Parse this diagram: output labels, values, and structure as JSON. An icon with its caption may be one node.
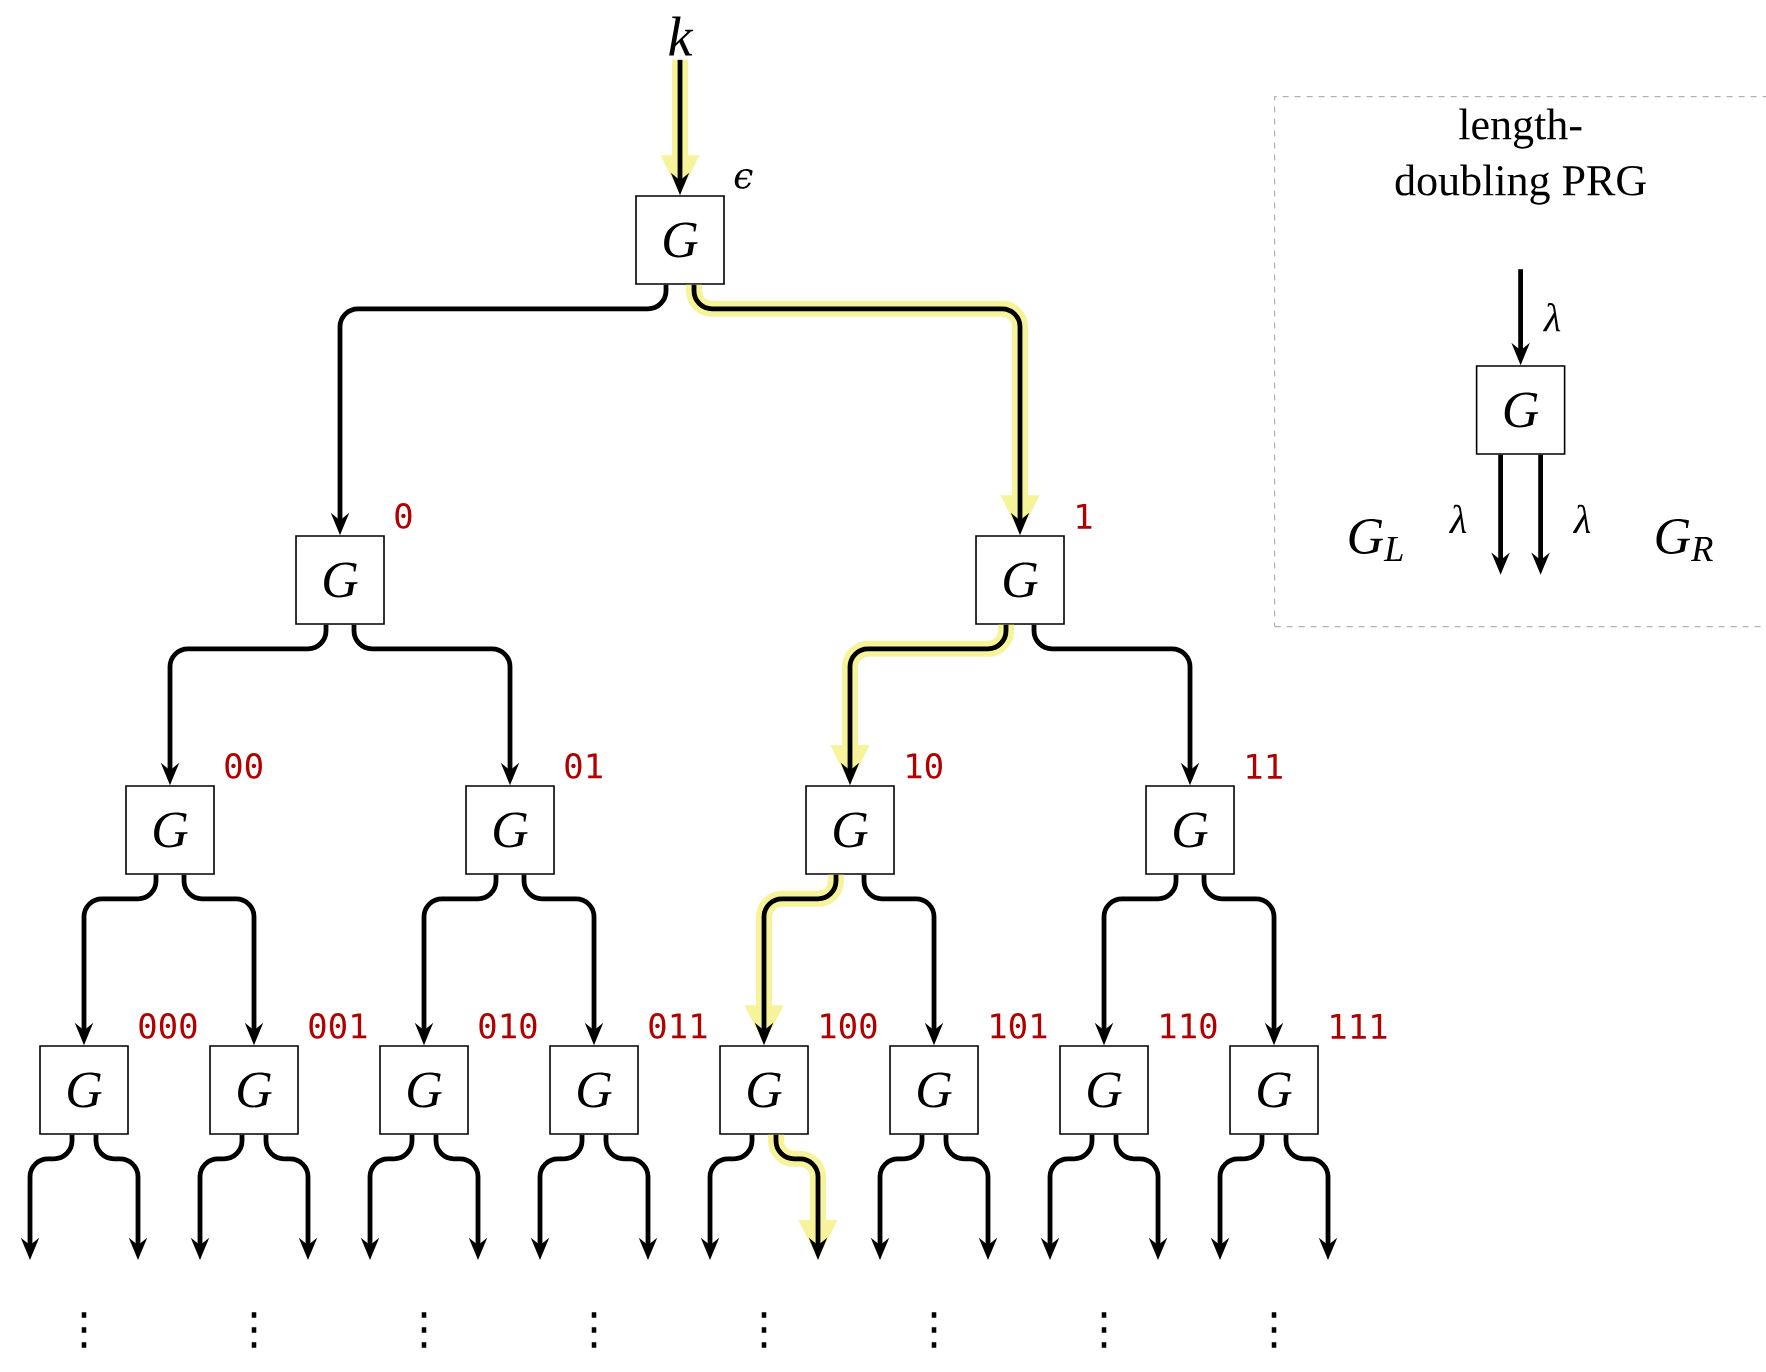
{
  "diagram": {
    "nodes": [
      {
        "text": [
          "k"
        ]
      },
      {
        "text": [
          "G"
        ],
        "beside": [
          "ϵ"
        ]
      },
      {
        "text": [
          "G"
        ],
        "beside": [
          "0"
        ]
      },
      {
        "text": [
          "G"
        ],
        "beside": [
          "1"
        ]
      },
      {
        "text": [
          "G"
        ],
        "beside": [
          "00"
        ]
      },
      {
        "text": [
          "G"
        ],
        "beside": [
          "01"
        ]
      },
      {
        "text": [
          "G"
        ],
        "beside": [
          "10"
        ]
      },
      {
        "text": [
          "G"
        ],
        "beside": [
          "11"
        ]
      },
      {
        "text": [
          "G"
        ],
        "beside": [
          "000"
        ]
      },
      {
        "text": [
          "G"
        ],
        "beside": [
          "001"
        ]
      },
      {
        "text": [
          "G"
        ],
        "beside": [
          "010"
        ]
      },
      {
        "text": [
          "G"
        ],
        "beside": [
          "011"
        ]
      },
      {
        "text": [
          "G"
        ],
        "beside": [
          "100"
        ]
      },
      {
        "text": [
          "G"
        ],
        "beside": [
          "101"
        ]
      },
      {
        "text": [
          "G"
        ],
        "beside": [
          "110"
        ]
      },
      {
        "text": [
          "G"
        ],
        "beside": [
          "111"
        ]
      },
      {
        "text": [
          "length-doubling PRG"
        ]
      },
      {
        "text": [
          "G"
        ],
        "in": 16
      }
    ],
    "edges": [
      {
        "from": 0,
        "to": 1,
        "arrow": "to"
      },
      {
        "from": 1,
        "to": 2,
        "arrow": "to"
      },
      {
        "from": 1,
        "to": 3,
        "arrow": "to"
      },
      {
        "from": 2,
        "to": 4,
        "arrow": "to"
      },
      {
        "from": 2,
        "to": 5,
        "arrow": "to"
      },
      {
        "from": 3,
        "to": 6,
        "arrow": "to"
      },
      {
        "from": 3,
        "to": 7,
        "arrow": "to"
      },
      {
        "from": 4,
        "to": 8,
        "arrow": "to"
      },
      {
        "from": 4,
        "to": 9,
        "arrow": "to"
      },
      {
        "from": 5,
        "to": 10,
        "arrow": "to"
      },
      {
        "from": 5,
        "to": 11,
        "arrow": "to"
      },
      {
        "from": 6,
        "to": 12,
        "arrow": "to"
      },
      {
        "from": 6,
        "to": 13,
        "arrow": "to"
      },
      {
        "from": 7,
        "to": 14,
        "arrow": "to"
      },
      {
        "from": 7,
        "to": 15,
        "arrow": "to"
      },
      {
        "from": 8,
        "to": null,
        "arrow": "to"
      },
      {
        "from": 8,
        "to": null,
        "arrow": "to"
      },
      {
        "from": 9,
        "to": null,
        "arrow": "to"
      },
      {
        "from": 9,
        "to": null,
        "arrow": "to"
      },
      {
        "from": 10,
        "to": null,
        "arrow": "to"
      },
      {
        "from": 10,
        "to": null,
        "arrow": "to"
      },
      {
        "from": 11,
        "to": null,
        "arrow": "to"
      },
      {
        "from": 11,
        "to": null,
        "arrow": "to"
      },
      {
        "from": 12,
        "to": null,
        "arrow": "to"
      },
      {
        "from": 12,
        "to": null,
        "arrow": "to"
      },
      {
        "from": 13,
        "to": null,
        "arrow": "to"
      },
      {
        "from": 13,
        "to": null,
        "arrow": "to"
      },
      {
        "from": 14,
        "to": null,
        "arrow": "to"
      },
      {
        "from": 14,
        "to": null,
        "arrow": "to"
      },
      {
        "from": 15,
        "to": null,
        "arrow": "to"
      },
      {
        "from": 15,
        "to": null,
        "arrow": "to"
      },
      {
        "from": null,
        "to": 17,
        "arrow": "to",
        "label": "λ"
      },
      {
        "from": 17,
        "to": null,
        "arrow": "to",
        "label": "λ"
      },
      {
        "from": 17,
        "to": null,
        "arrow": "to",
        "label": "λ"
      }
    ],
    "labels": [
      "⋮",
      "⋮",
      "⋮",
      "⋮",
      "⋮",
      "⋮",
      "⋮",
      "⋮",
      "G$_{L}$",
      "G$_{R}$"
    ]
  }
}
